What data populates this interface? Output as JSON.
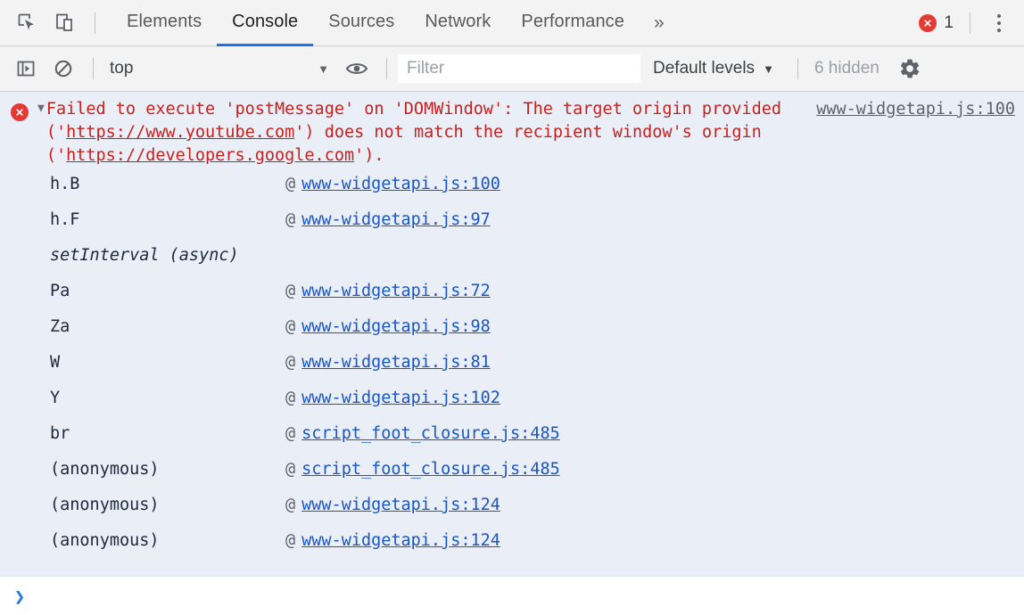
{
  "tabbar": {
    "inspect_icon": "inspect-element-icon",
    "device_icon": "device-toolbar-icon",
    "tabs": [
      {
        "label": "Elements",
        "active": false
      },
      {
        "label": "Console",
        "active": true
      },
      {
        "label": "Sources",
        "active": false
      },
      {
        "label": "Network",
        "active": false
      },
      {
        "label": "Performance",
        "active": false
      }
    ],
    "overflow_label": "»",
    "error_count": "1",
    "error_icon": "error-circle-icon",
    "menu_icon": "more-vertical-icon",
    "accent_color": "#1a73e8",
    "error_color": "#e53935"
  },
  "console_toolbar": {
    "sidebar_toggle_icon": "console-sidebar-toggle-icon",
    "clear_icon": "clear-console-icon",
    "context_value": "top",
    "context_caret": "▼",
    "eye_icon": "live-expression-eye-icon",
    "filter_placeholder": "Filter",
    "filter_value": "",
    "levels_label": "Default levels",
    "levels_caret": "▼",
    "hidden_label": "6 hidden",
    "settings_icon": "settings-gear-icon"
  },
  "console": {
    "error": {
      "disclosure": "▼",
      "text_part1": "Failed to execute 'postMessage' on 'DOMWindow': The target origin provided ('",
      "url1": "https://www.youtube.com",
      "text_part2": "') does not match the recipient window's origin ('",
      "url2": "https://developers.google.com",
      "text_part3": "').",
      "source": "www-widgetapi.js:100"
    },
    "stack_frames": [
      {
        "fn": "h.B",
        "at": "@",
        "link": "www-widgetapi.js:100",
        "async": false
      },
      {
        "fn": "h.F",
        "at": "@",
        "link": "www-widgetapi.js:97",
        "async": false
      },
      {
        "fn": "setInterval (async)",
        "at": "",
        "link": "",
        "async": true
      },
      {
        "fn": "Pa",
        "at": "@",
        "link": "www-widgetapi.js:72",
        "async": false
      },
      {
        "fn": "Za",
        "at": "@",
        "link": "www-widgetapi.js:98",
        "async": false
      },
      {
        "fn": "W",
        "at": "@",
        "link": "www-widgetapi.js:81",
        "async": false
      },
      {
        "fn": "Y",
        "at": "@",
        "link": "www-widgetapi.js:102",
        "async": false
      },
      {
        "fn": "br",
        "at": "@",
        "link": "script_foot_closure.js:485",
        "async": false
      },
      {
        "fn": "(anonymous)",
        "at": "@",
        "link": "script_foot_closure.js:485",
        "async": false
      },
      {
        "fn": "(anonymous)",
        "at": "@",
        "link": "www-widgetapi.js:124",
        "async": false
      },
      {
        "fn": "(anonymous)",
        "at": "@",
        "link": "www-widgetapi.js:124",
        "async": false
      }
    ],
    "prompt_caret": "❯"
  }
}
